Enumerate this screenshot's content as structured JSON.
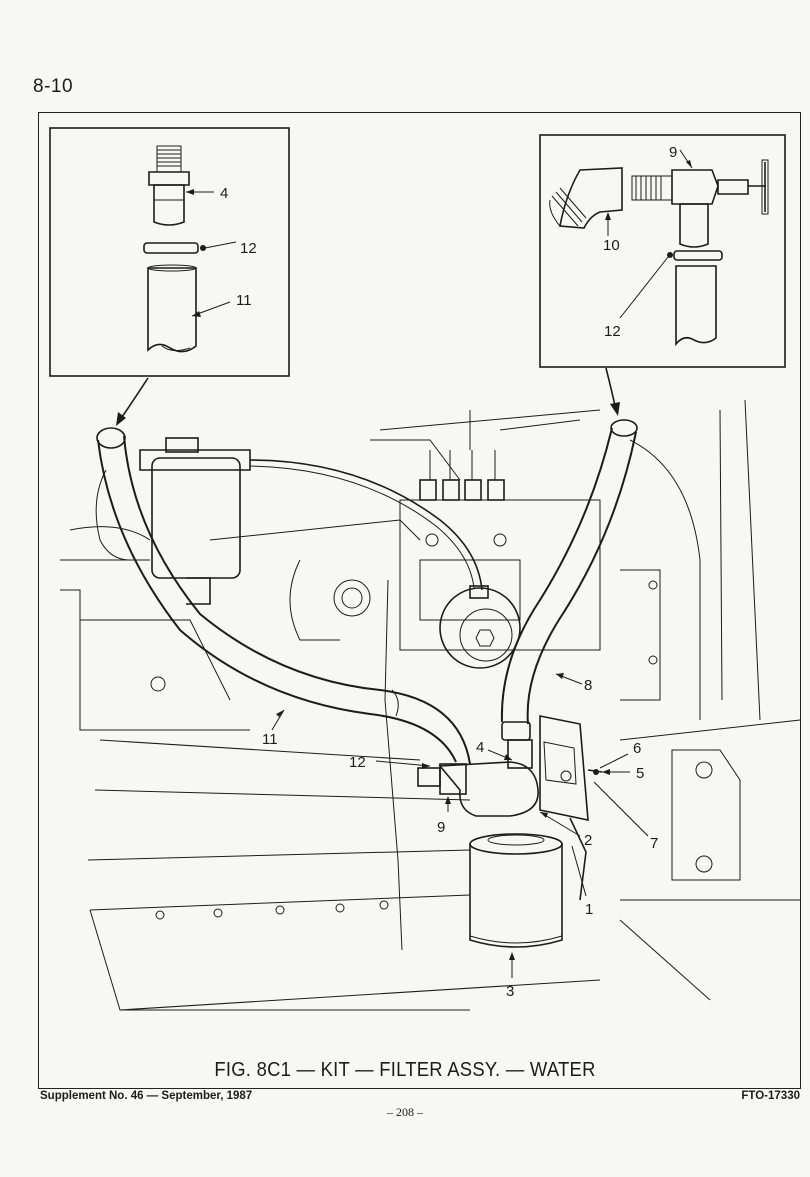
{
  "page": {
    "section_number": "8-10",
    "caption": "FIG. 8C1 — KIT — FILTER ASSY. — WATER",
    "footer_left": "Supplement No. 46 — September, 1987",
    "footer_right": "FTO-17330",
    "footer_center": "– 208 –"
  },
  "inset_left": {
    "callouts": [
      "4",
      "12",
      "11"
    ]
  },
  "inset_right": {
    "callouts": [
      "9",
      "10",
      "12"
    ]
  },
  "main_callouts": {
    "c1": "1",
    "c2": "2",
    "c3": "3",
    "c4": "4",
    "c5": "5",
    "c6": "6",
    "c7": "7",
    "c8": "8",
    "c9": "9",
    "c11": "11",
    "c12": "12"
  }
}
